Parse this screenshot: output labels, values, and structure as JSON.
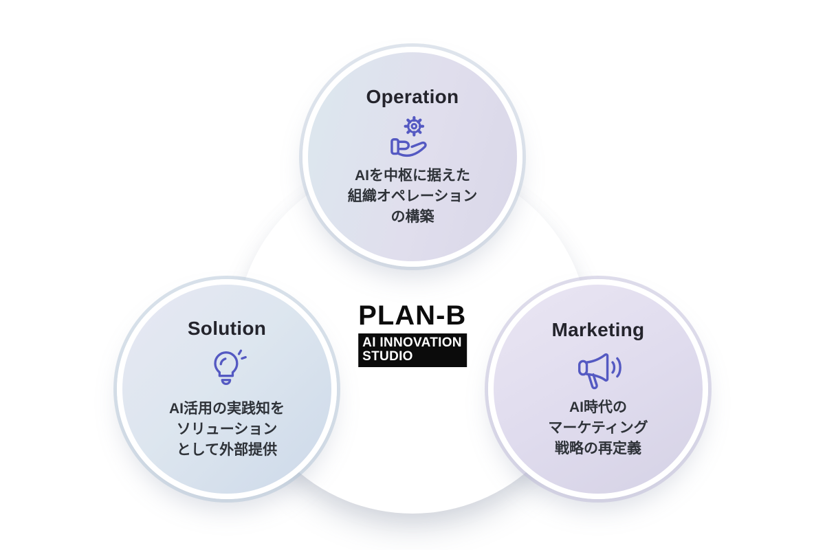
{
  "brand": {
    "name": "PLAN-B",
    "tagline_line1": "AI INNOVATION",
    "tagline_line2": "STUDIO"
  },
  "colors": {
    "icon_accent": "#5459c2",
    "title_text": "#24242c",
    "body_text": "#2e3238",
    "logo_box_bg": "#0b0b0b",
    "logo_box_text": "#ffffff",
    "bubble_blue": "#cdd9e9",
    "bubble_lavender": "#d5d2e5"
  },
  "circles": [
    {
      "id": "operation",
      "title": "Operation",
      "icon": "gear-hand-icon",
      "description_lines": [
        "AIを中枢に据えた",
        "組織オペレーション",
        "の構築"
      ]
    },
    {
      "id": "solution",
      "title": "Solution",
      "icon": "lightbulb-icon",
      "description_lines": [
        "AI活用の実践知を",
        "ソリューション",
        "として外部提供"
      ]
    },
    {
      "id": "marketing",
      "title": "Marketing",
      "icon": "megaphone-icon",
      "description_lines": [
        "AI時代の",
        "マーケティング",
        "戦略の再定義"
      ]
    }
  ]
}
